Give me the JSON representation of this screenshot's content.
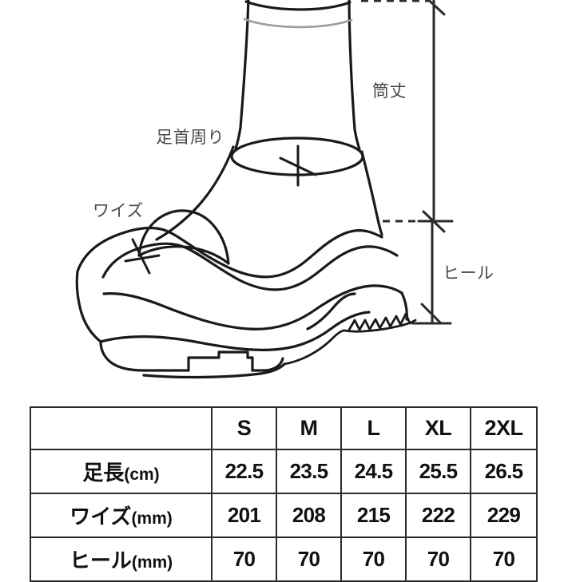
{
  "diagram": {
    "labels": {
      "ankle_circumference": "足首周り",
      "width": "ワイズ",
      "shaft_height": "筒丈",
      "heel": "ヒール"
    },
    "line_color": "#1a1a1a",
    "label_color": "#4a4a4a"
  },
  "size_table": {
    "corner_label": "",
    "size_headers": [
      "S",
      "M",
      "L",
      "XL",
      "2XL"
    ],
    "rows": [
      {
        "name": "足長",
        "unit": "(cm)",
        "values": [
          "22.5",
          "23.5",
          "24.5",
          "25.5",
          "26.5"
        ]
      },
      {
        "name": "ワイズ",
        "unit": "(mm)",
        "values": [
          "201",
          "208",
          "215",
          "222",
          "229"
        ]
      },
      {
        "name": "ヒール",
        "unit": "(mm)",
        "values": [
          "70",
          "70",
          "70",
          "70",
          "70"
        ]
      }
    ],
    "border_color": "#2b2b2b",
    "text_color": "#111111"
  }
}
